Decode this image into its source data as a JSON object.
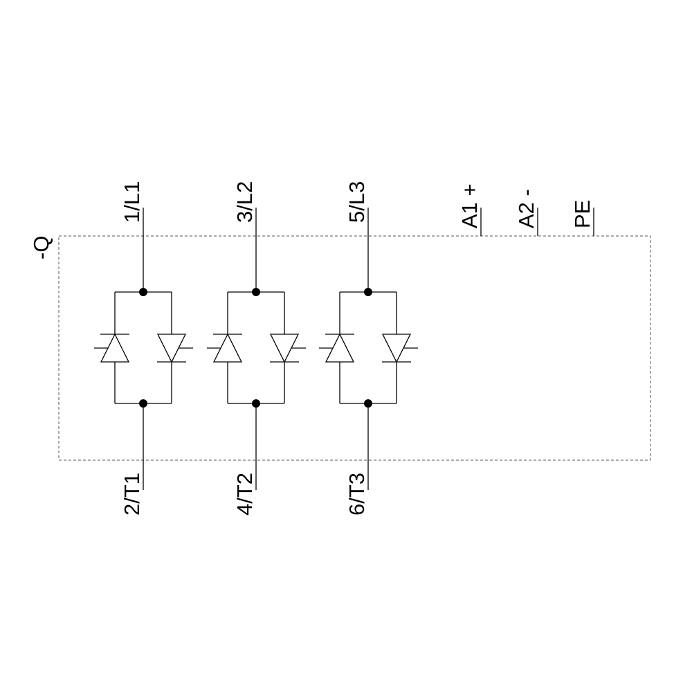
{
  "device_label": "-Q",
  "phases": [
    {
      "top_label": "1/L1",
      "bottom_label": "2/T1"
    },
    {
      "top_label": "3/L2",
      "bottom_label": "4/T2"
    },
    {
      "top_label": "5/L3",
      "bottom_label": "6/T3"
    }
  ],
  "control_terminals": [
    {
      "label": "A1 +"
    },
    {
      "label": "A2 -"
    },
    {
      "label": "PE"
    }
  ],
  "colors": {
    "line": "#000000",
    "dashed_border": "#555555",
    "background": "#ffffff"
  }
}
